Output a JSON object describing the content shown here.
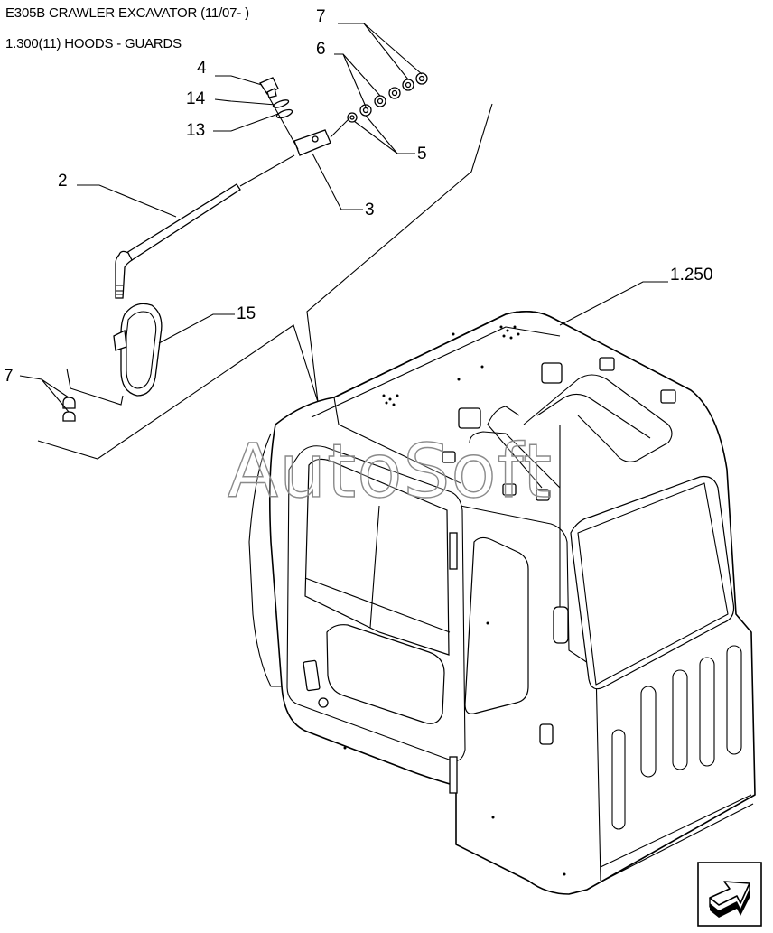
{
  "header": {
    "title": "E305B CRAWLER EXCAVATOR (11/07- )",
    "section": "1.300(11) HOODS - GUARDS"
  },
  "callouts": {
    "c7_top": "7",
    "c6": "6",
    "c4": "4",
    "c14": "14",
    "c13": "13",
    "c5": "5",
    "c2": "2",
    "c3": "3",
    "c1250": "1.250",
    "c15": "15",
    "c7_left": "7"
  },
  "watermark": "AutoSoft",
  "icons": {
    "nav": "next-page-arrow-icon"
  }
}
